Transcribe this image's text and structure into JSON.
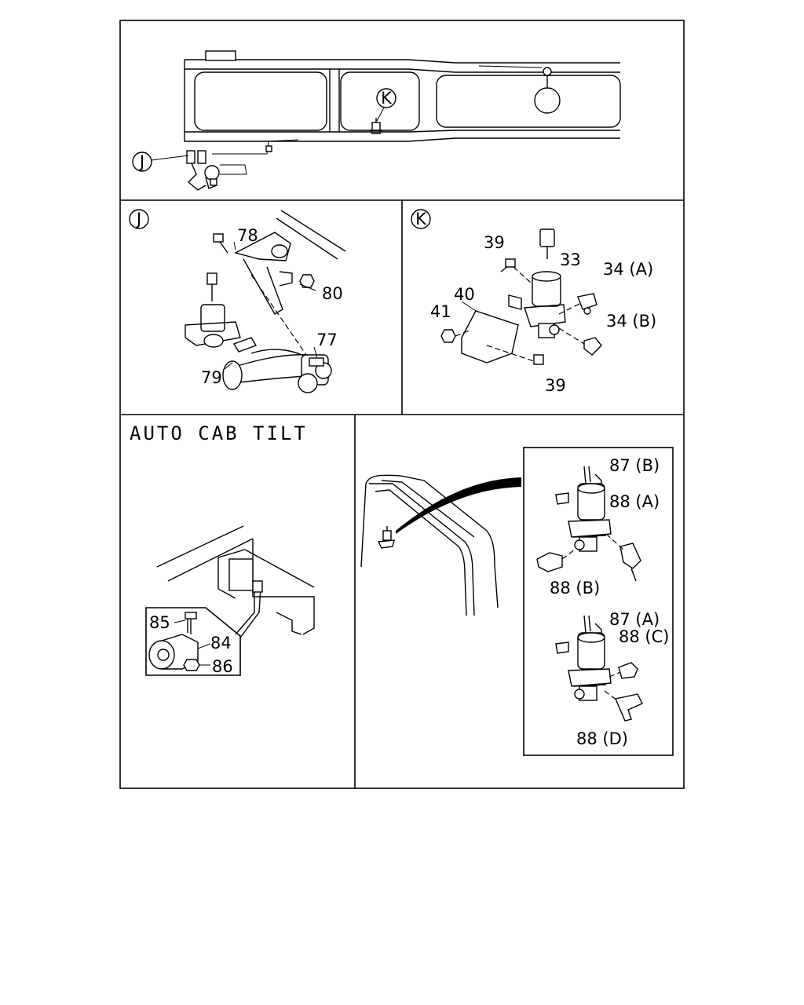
{
  "panels": {
    "auto_cab_tilt": {
      "title": "AUTO CAB TILT"
    }
  },
  "callouts": {
    "j": "J",
    "k": "K"
  },
  "labels": {
    "p78": "78",
    "p80": "80",
    "p77": "77",
    "p79": "79",
    "p39a": "39",
    "p33": "33",
    "p34a": "34 (A)",
    "p40": "40",
    "p41": "41",
    "p34b": "34 (B)",
    "p39b": "39",
    "p85": "85",
    "p84": "84",
    "p86": "86",
    "p87b": "87 (B)",
    "p88a": "88 (A)",
    "p88b": "88 (B)",
    "p87a": "87 (A)",
    "p88c": "88 (C)",
    "p88d": "88 (D)"
  }
}
